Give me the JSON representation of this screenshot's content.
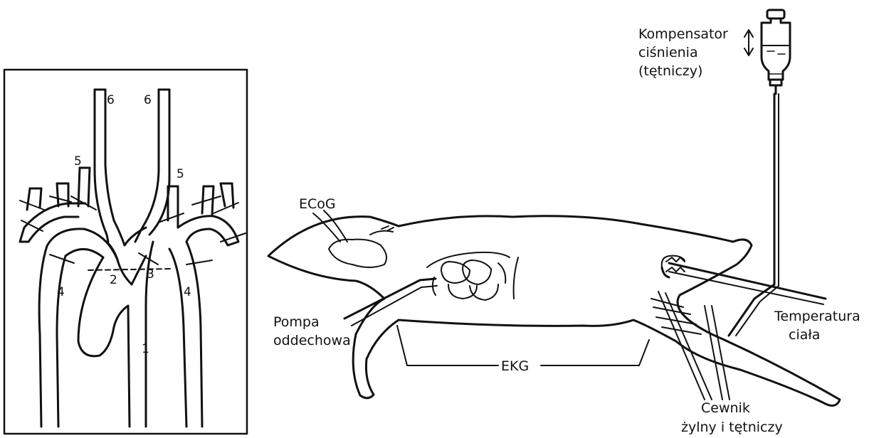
{
  "left_panel": {
    "numbers": {
      "n1": "1",
      "n2": "2",
      "n3": "3",
      "n4a": "4",
      "n4b": "4",
      "n5a": "5",
      "n5b": "5",
      "n6a": "6",
      "n6b": "6"
    }
  },
  "right_panel": {
    "labels": {
      "kompensator_line1": "Kompensator",
      "kompensator_line2": "ciśnienia",
      "kompensator_line3": "(tętniczy)",
      "ecog": "ECoG",
      "pompa_line1": "Pompa",
      "pompa_line2": "oddechowa",
      "ekg": "EKG",
      "temperatura_line1": "Temperatura",
      "temperatura_line2": "ciała",
      "cewnik_line1": "Cewnik",
      "cewnik_line2": "żylny i tętniczy"
    }
  },
  "colors": {
    "ink": "#111111",
    "paper": "#ffffff"
  }
}
